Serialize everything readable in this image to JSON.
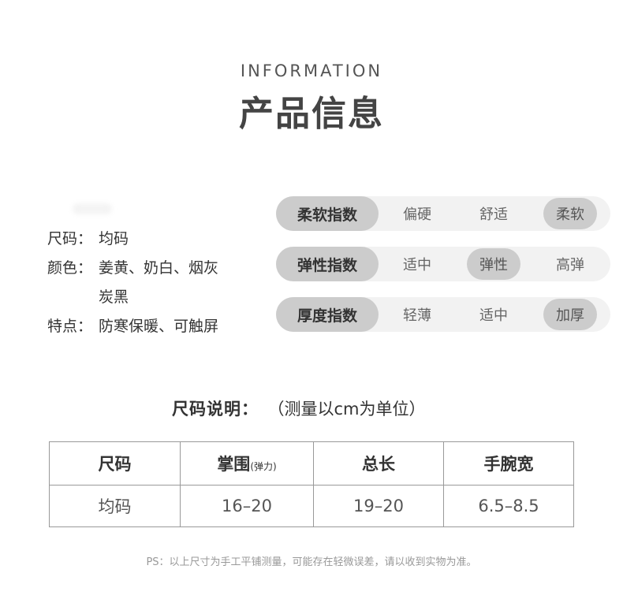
{
  "header": {
    "title_en": "INFORMATION",
    "title_cn": "产品信息"
  },
  "specs": {
    "size": {
      "label": "尺码：",
      "value": "均码"
    },
    "color": {
      "label": "颜色：",
      "value": "姜黄、奶白、烟灰",
      "value_line2": "炭黑"
    },
    "feature": {
      "label": "特点：",
      "value": "防寒保暖、可触屏"
    }
  },
  "indices": [
    {
      "title": "柔软指数",
      "options": [
        "偏硬",
        "舒适",
        "柔软"
      ],
      "selected": "柔软"
    },
    {
      "title": "弹性指数",
      "options": [
        "适中",
        "弹性",
        "高弹"
      ],
      "selected": "弹性"
    },
    {
      "title": "厚度指数",
      "options": [
        "轻薄",
        "适中",
        "加厚"
      ],
      "selected": "加厚"
    }
  ],
  "size_guide": {
    "heading": "尺码说明：",
    "note": "（测量以cm为单位）",
    "columns": [
      {
        "label": "尺码",
        "sub": ""
      },
      {
        "label": "掌围",
        "sub": "(弹力)"
      },
      {
        "label": "总长",
        "sub": ""
      },
      {
        "label": "手腕宽",
        "sub": ""
      }
    ],
    "rows": [
      [
        "均码",
        "16–20",
        "19–20",
        "6.5–8.5"
      ]
    ]
  },
  "footer_note": "PS：以上尺寸为手工平铺测量，可能存在轻微误差，请以收到实物为准。",
  "colors": {
    "pill_bg": "#f2f2f2",
    "pill_active": "#cccccc",
    "border": "#999999"
  }
}
